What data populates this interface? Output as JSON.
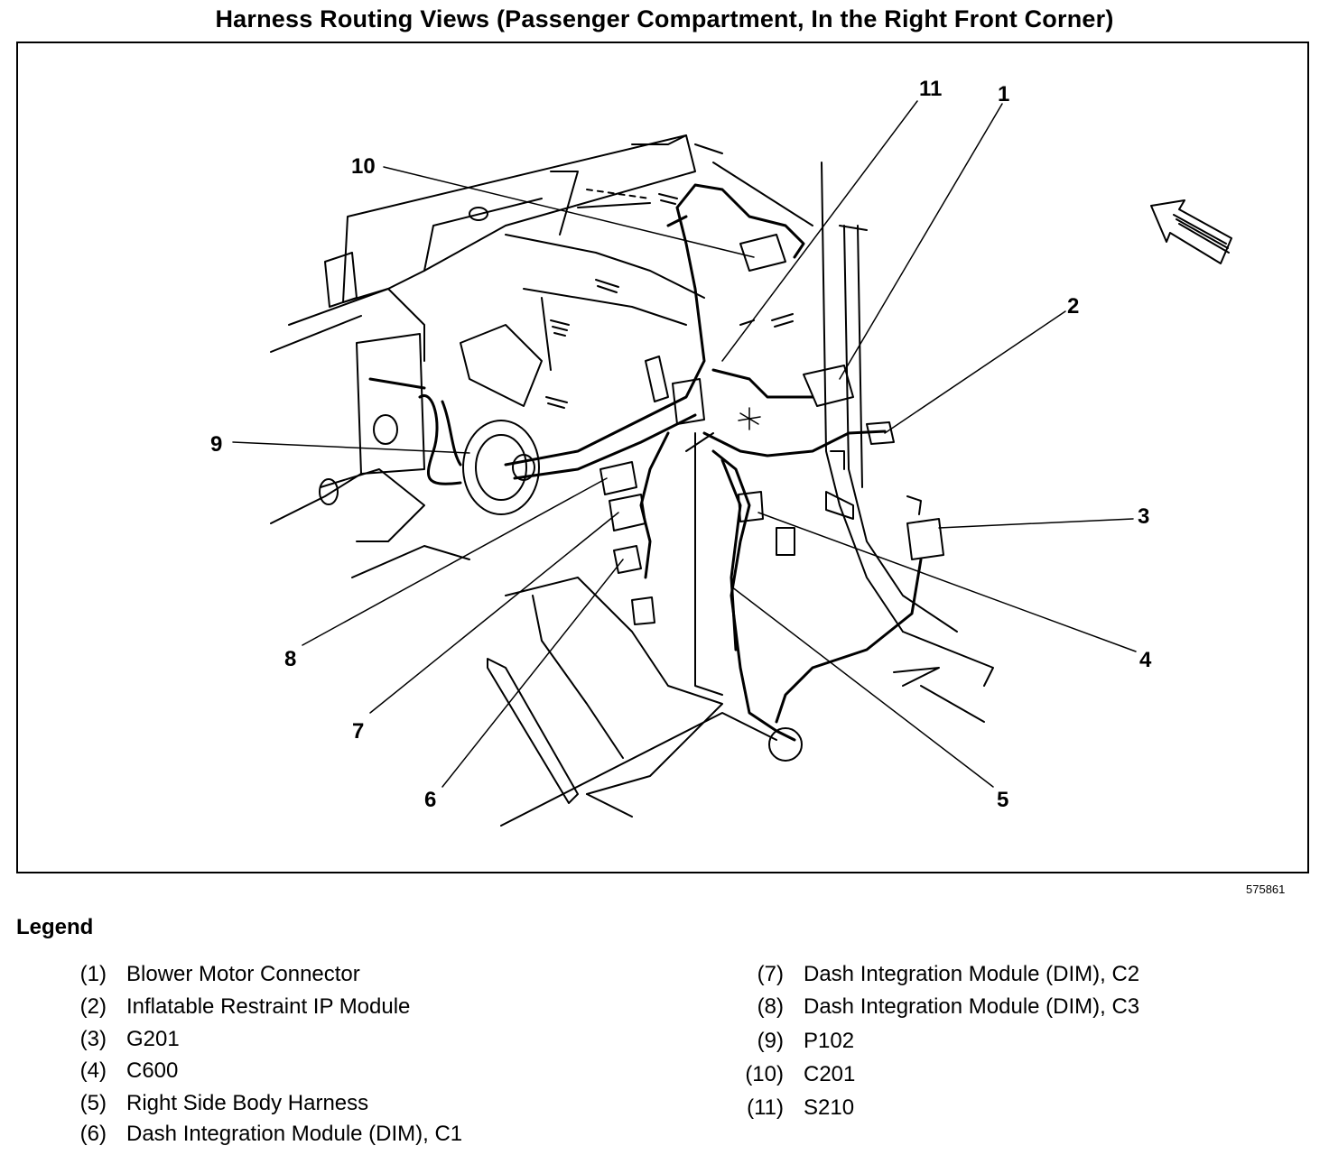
{
  "title": "Harness Routing Views (Passenger Compartment, In the Right Front Corner)",
  "figure_number": "575861",
  "callouts": [
    "11",
    "1",
    "10",
    "2",
    "3",
    "9",
    "8",
    "4",
    "7",
    "6",
    "5"
  ],
  "legend": {
    "heading": "Legend",
    "items": [
      {
        "num": "(1)",
        "text": "Blower Motor Connector"
      },
      {
        "num": "(2)",
        "text": "Inflatable Restraint IP Module"
      },
      {
        "num": "(3)",
        "text": "G201"
      },
      {
        "num": "(4)",
        "text": "C600"
      },
      {
        "num": "(5)",
        "text": "Right Side Body Harness"
      },
      {
        "num": "(6)",
        "text": "Dash Integration Module (DIM), C1"
      },
      {
        "num": "(7)",
        "text": "Dash Integration Module (DIM), C2"
      },
      {
        "num": "(8)",
        "text": "Dash Integration Module (DIM), C3"
      },
      {
        "num": "(9)",
        "text": "P102"
      },
      {
        "num": "(10)",
        "text": "C201"
      },
      {
        "num": "(11)",
        "text": "S210"
      }
    ]
  }
}
